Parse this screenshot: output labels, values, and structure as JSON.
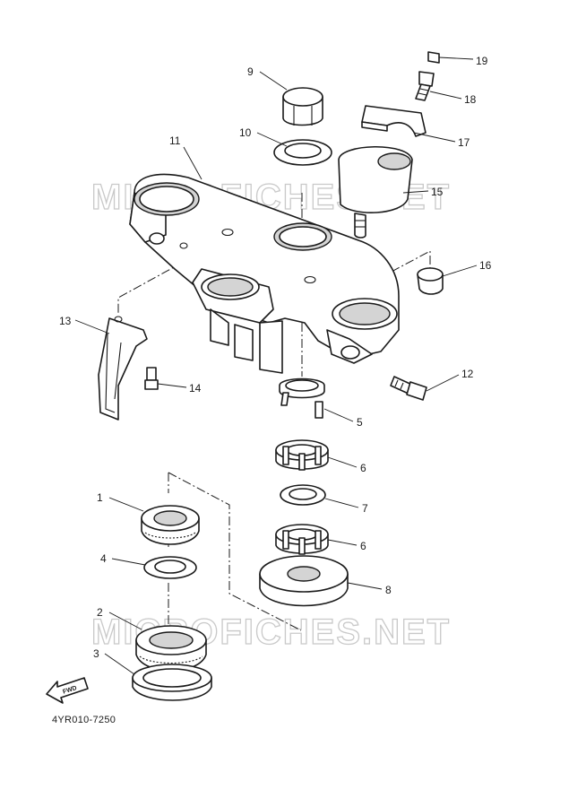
{
  "diagram_code": "4YR010-7250",
  "watermark": "MICROFICHES.NET",
  "fwd_label": "FWD",
  "callouts": {
    "c1": "1",
    "c2": "2",
    "c3": "3",
    "c4": "4",
    "c5": "5",
    "c6a": "6",
    "c6b": "6",
    "c7": "7",
    "c8": "8",
    "c9": "9",
    "c10": "10",
    "c11": "11",
    "c12": "12",
    "c13": "13",
    "c14": "14",
    "c15": "15",
    "c16": "16",
    "c17": "17",
    "c18": "18",
    "c19": "19"
  },
  "colors": {
    "line": "#1a1a1a",
    "watermark": "#c9c9c9",
    "shade": "#d4d4d4"
  }
}
